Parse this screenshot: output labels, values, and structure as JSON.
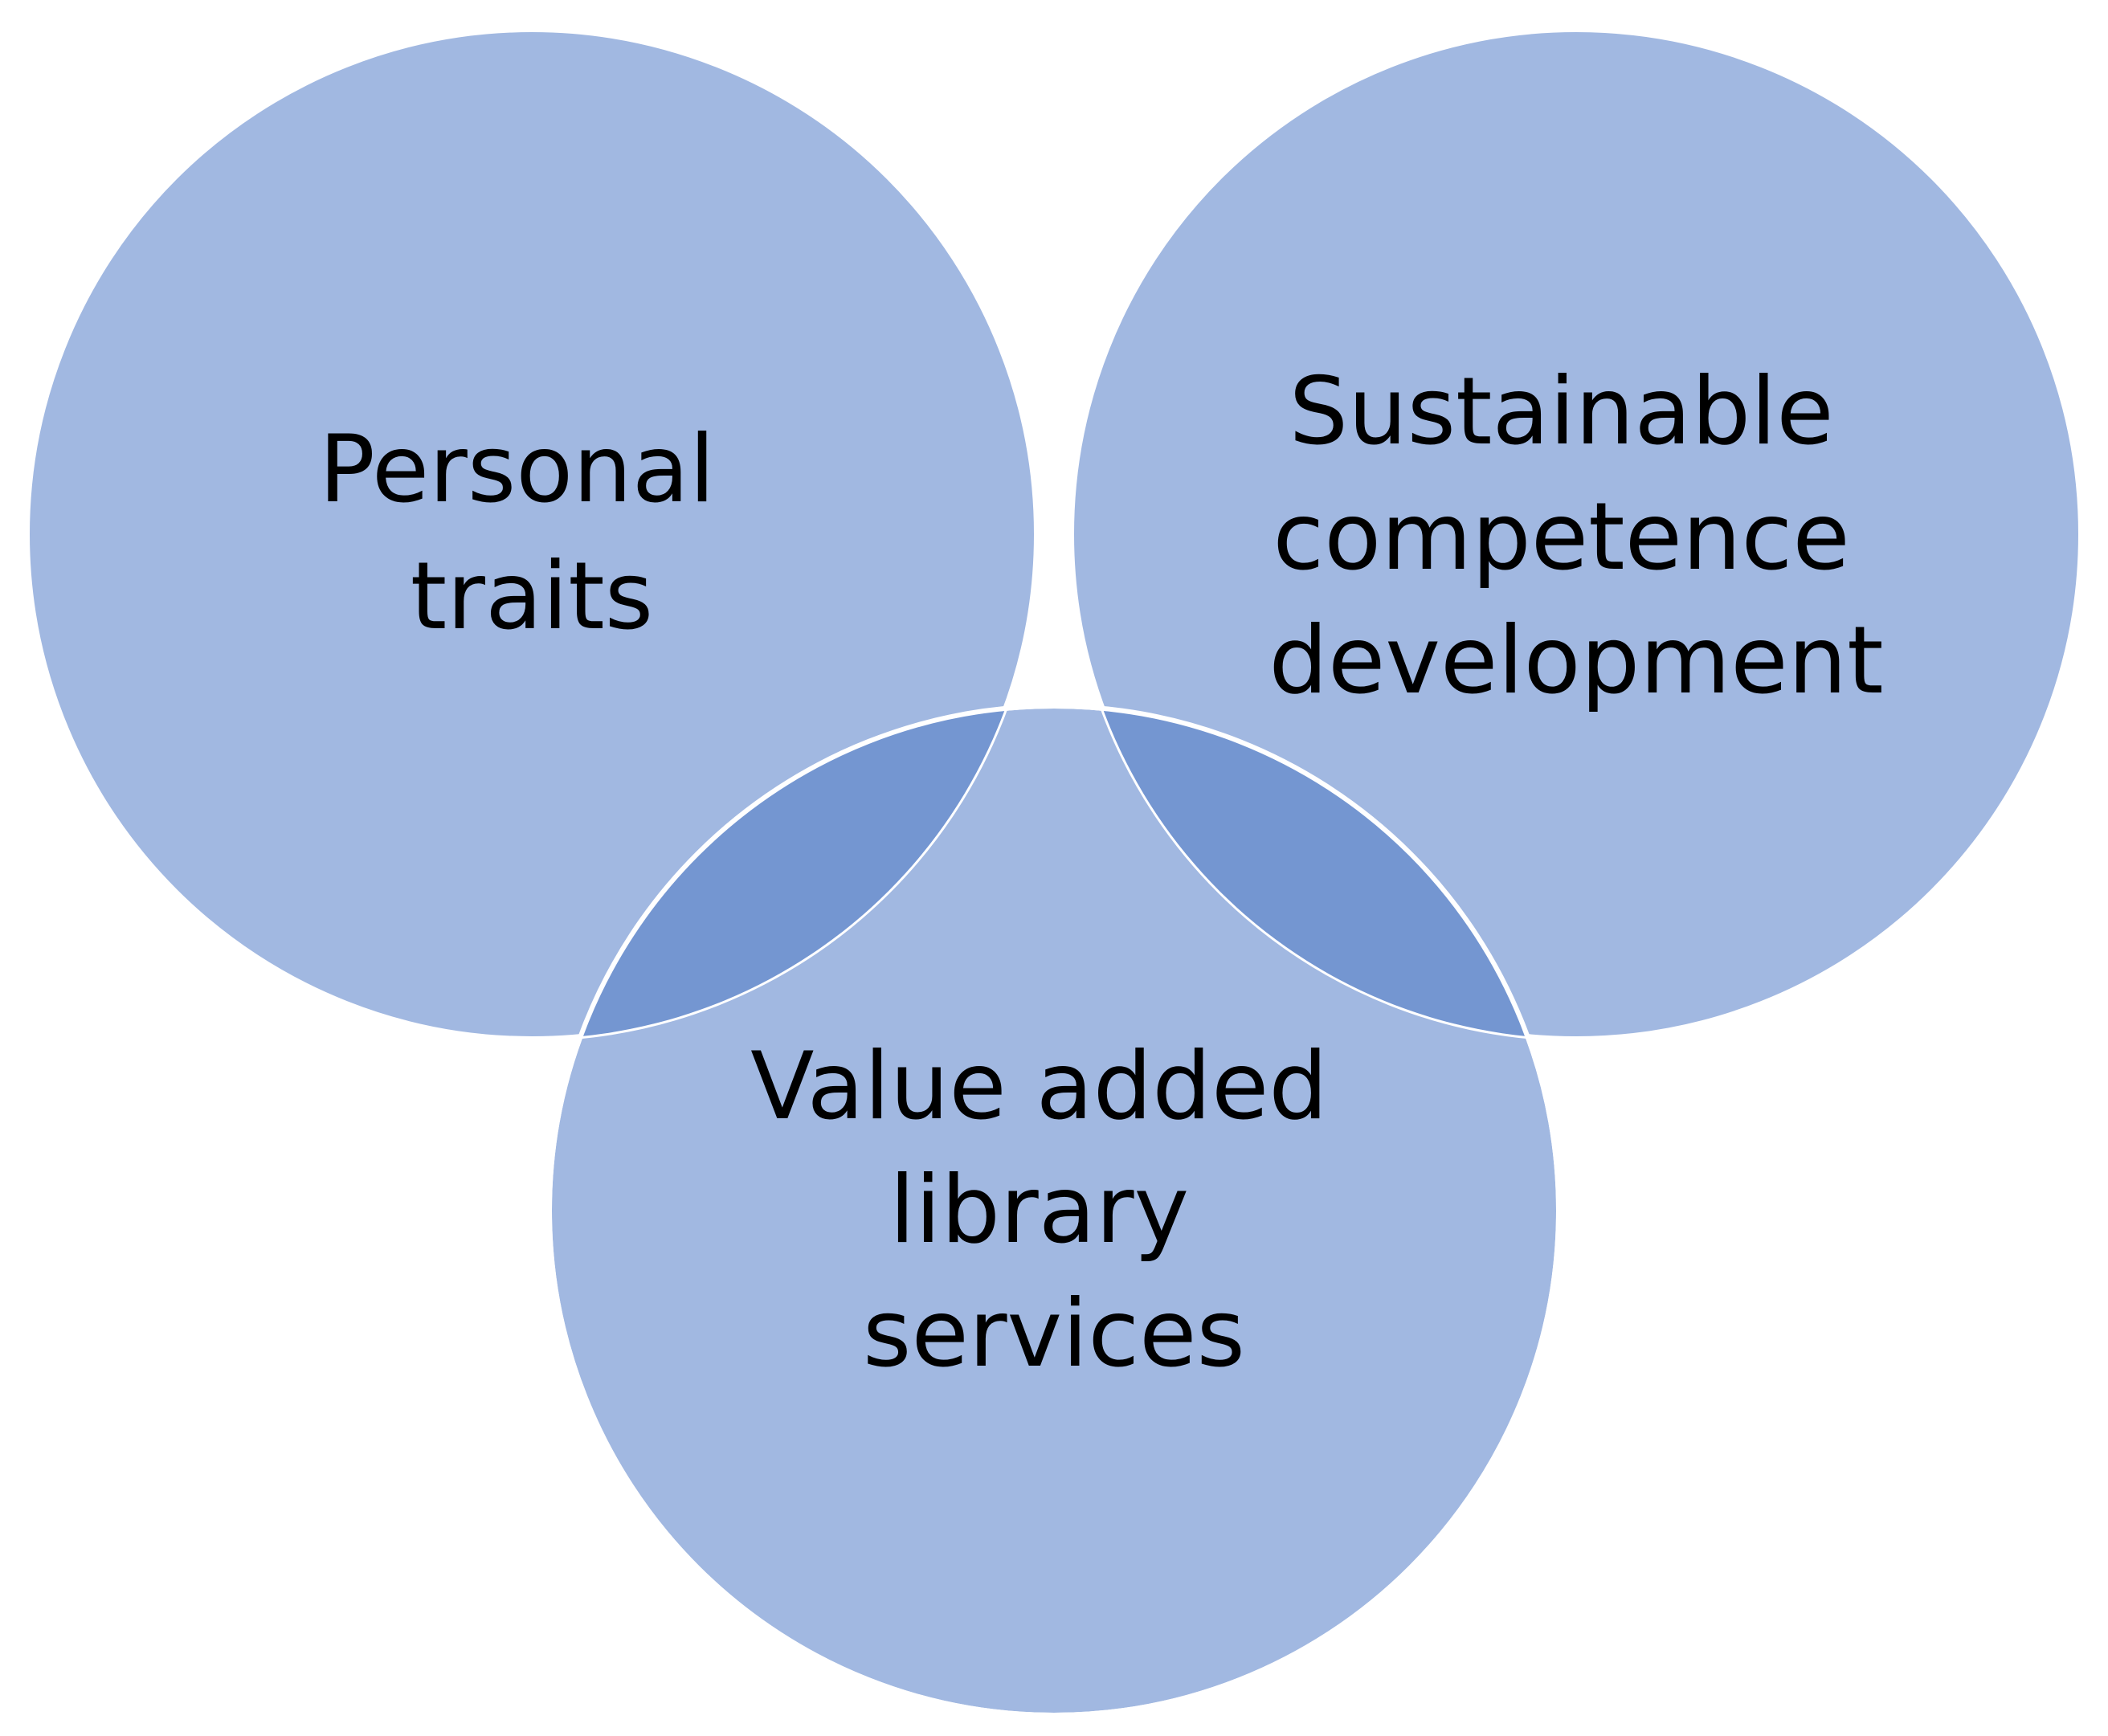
{
  "diagram": {
    "type": "venn",
    "colors": {
      "circle_fill": "#a1b8e1",
      "overlap_fill": "#7496d1",
      "outline": "#ffffff",
      "text": "#000000",
      "background": "#ffffff"
    },
    "circles": [
      {
        "id": "personal-traits",
        "lines": [
          "Personal",
          "traits"
        ]
      },
      {
        "id": "sustainable-competence-development",
        "lines": [
          "Sustainable",
          "competence",
          "development"
        ]
      },
      {
        "id": "value-added-library-services",
        "lines": [
          "Value added",
          "library",
          "services"
        ]
      }
    ]
  }
}
